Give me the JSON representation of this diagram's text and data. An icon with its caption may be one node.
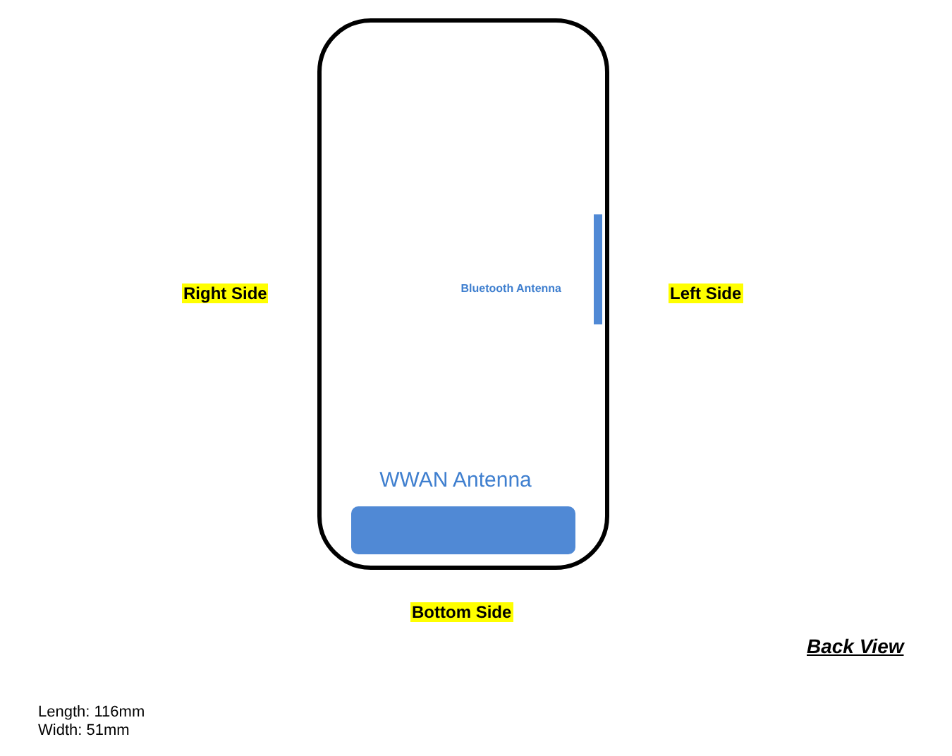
{
  "diagram": {
    "nodes": [
      {
        "text": [],
        "shape": "box"
      },
      {
        "text": [],
        "shape": "bar",
        "in": 0,
        "beside": [
          "Bluetooth Antenna"
        ]
      },
      {
        "text": [],
        "shape": "bar",
        "in": 0,
        "beside": [
          "WWAN Antenna"
        ]
      }
    ],
    "labels": [
      "Right Side",
      "Left Side",
      "Bottom Side",
      "Back View",
      "Length: 116mm",
      "Width: 51mm"
    ]
  }
}
